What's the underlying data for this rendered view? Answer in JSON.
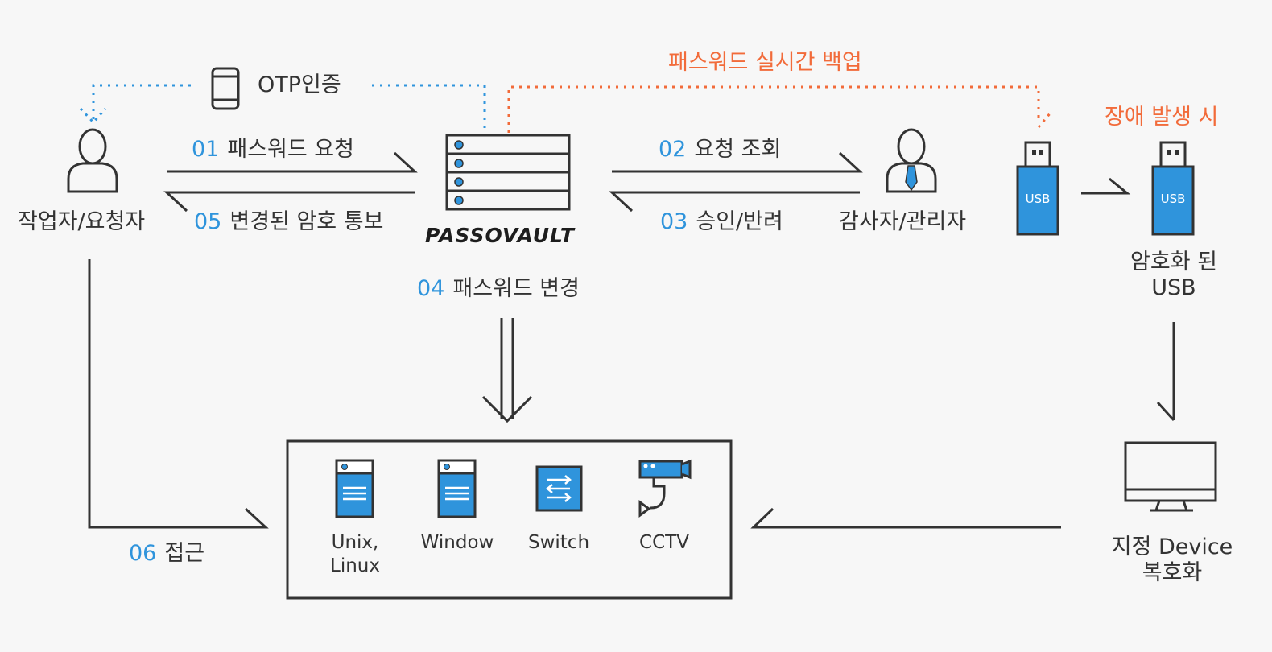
{
  "diagram": {
    "otp_label": "OTP인증",
    "backup_label": "패스워드 실시간 백업",
    "failure_label": "장애 발생 시",
    "requester_label": "작업자/요청자",
    "auditor_label": "감사자/관리자",
    "logo": "PASSOVAULT",
    "usb_badge": "USB",
    "encrypted_usb_label": [
      "암호화 된",
      "USB"
    ],
    "restore_label": [
      "지정 Device",
      "복호화"
    ],
    "steps": {
      "s01": {
        "num": "01",
        "text": "패스워드 요청"
      },
      "s02": {
        "num": "02",
        "text": "요청 조회"
      },
      "s03": {
        "num": "03",
        "text": "승인/반려"
      },
      "s04": {
        "num": "04",
        "text": "패스워드 변경"
      },
      "s05": {
        "num": "05",
        "text": "변경된 암호 통보"
      },
      "s06": {
        "num": "06",
        "text": "접근"
      }
    },
    "devices": {
      "unix": [
        "Unix,",
        "Linux"
      ],
      "window": "Window",
      "switch": "Switch",
      "cctv": "CCTV"
    },
    "colors": {
      "accent_blue": "#2f94dc",
      "accent_orange": "#f26b3a",
      "line": "#333333",
      "background": "#f7f7f7"
    }
  }
}
